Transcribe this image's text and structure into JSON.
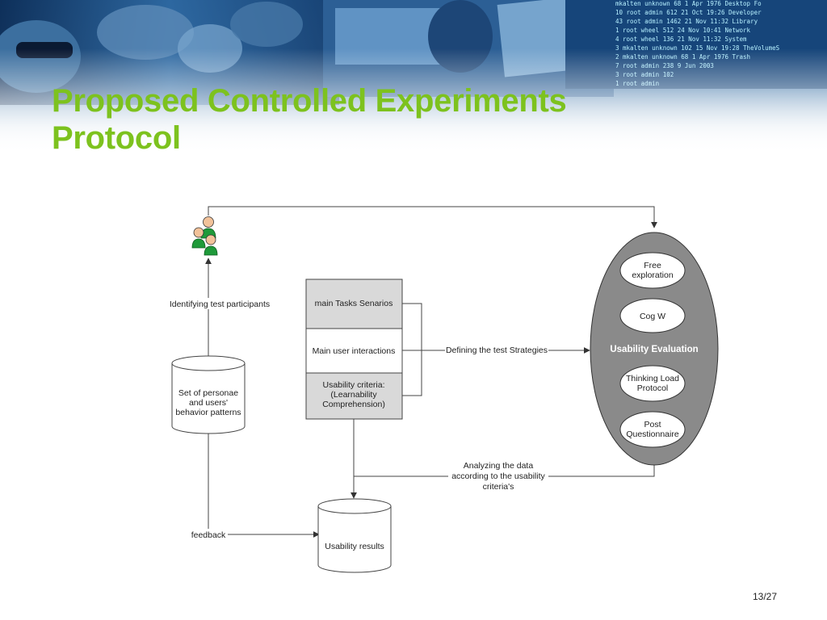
{
  "slide": {
    "title_line1": "Proposed Controlled Experiments",
    "title_line2": "Protocol",
    "page_number": "13/27"
  },
  "banner": {
    "terminal_lines": [
      "mkalten  unknown        68  1 Apr  1976 Desktop Fo",
      "10 root      admin       612 21 Oct 19:26 Developer",
      "43 root      admin      1462 21 Nov 11:32 Library",
      " 1 root      wheel       512 24 Nov 10:41 Network",
      " 4 root      wheel       136 21 Nov 11:32 System",
      " 3 mkalten  unknown       102 15 Nov 19:28 TheVolumeS",
      " 2 mkalten  unknown        68  1 Apr  1976 Trash",
      " 7 root      admin       238  9 Jun 2003",
      " 3 root      admin       102",
      " 1 root      admin"
    ]
  },
  "diagram": {
    "participants_icon": "users-icon",
    "identifying_label": "Identifying test participants",
    "personae_db": [
      "Set of personae",
      "and users'",
      "behavior patterns"
    ],
    "tasks_box": {
      "row1": "main Tasks Senarios",
      "row2": "Main user interactions",
      "row3": [
        "Usability criteria:",
        "(Learnability",
        "Comprehension)"
      ]
    },
    "defining_label": "Defining the test Strategies",
    "evaluation": {
      "title": "Usability Evaluation",
      "free": [
        "Free",
        "exploration"
      ],
      "cogw": "Cog W",
      "thinking": [
        "Thinking Load",
        "Protocol"
      ],
      "post": [
        "Post",
        "Questionnaire"
      ]
    },
    "analyzing_label": [
      "Analyzing the data",
      "according to the usability",
      "criteria's"
    ],
    "feedback_label": "feedback",
    "results_db": "Usability results"
  },
  "colors": {
    "title": "#7dc21e",
    "box_fill": "#d9d9d9",
    "ellipse_fill": "#8a8a8a",
    "line": "#444444"
  }
}
